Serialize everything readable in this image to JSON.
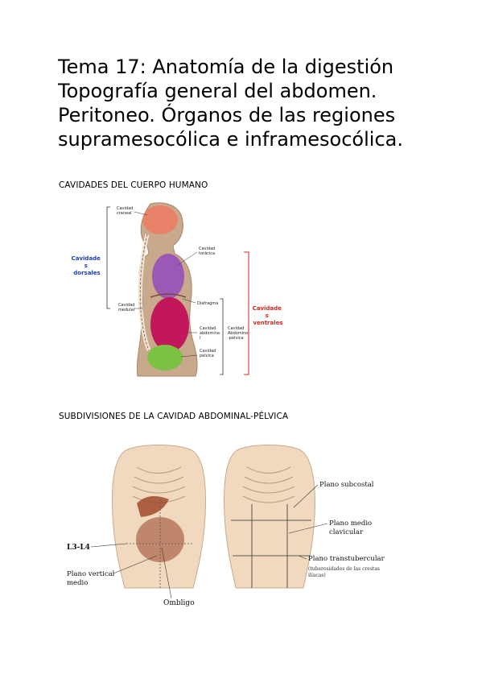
{
  "document": {
    "title_lines": [
      "Tema 17: Anatomía de la digestión",
      "Topografía general del abdomen.",
      "Peritoneo. Órganos de las regiones",
      "supramesocólica e inframesocólica."
    ],
    "sections": [
      {
        "heading": "CAVIDADES DEL CUERPO HUMANO",
        "figure": {
          "labels": {
            "craneal_1": "Cavidad",
            "craneal_2": "craneal",
            "dorsal_1": "Cavidade",
            "dorsal_2": "s",
            "dorsal_3": "dorsales",
            "medular_1": "Cavidad",
            "medular_2": "medular",
            "toracica_1": "Cavidad",
            "toracica_2": "torácica",
            "diafragma": "Diafragma",
            "abdominal_1": "Cavidad",
            "abdominal_2": "abdomina",
            "abdominal_3": "l",
            "abdpelv_1": "Cavidad",
            "abdpelv_2": "Abdomino",
            "abdpelv_3": "-pélvica",
            "pelvica_1": "Cavidad",
            "pelvica_2": "pélvica",
            "ventral_1": "Cavidade",
            "ventral_2": "s",
            "ventral_3": "ventrales"
          }
        }
      },
      {
        "heading": "SUBDIVISIONES DE LA CAVIDAD ABDOMINAL-PÉLVICA",
        "figure": {
          "labels": {
            "l3l4": "L3-L4",
            "plano_vertical_1": "Plano vertical",
            "plano_vertical_2": "medio",
            "ombligo": "Ombligo",
            "subcostal": "Plano subcostal",
            "medio_clav_1": "Plano medio",
            "medio_clav_2": "clavicular",
            "transtub": "Plano transtubercular",
            "transtub_note_1": "(tuberosidades de las crestas",
            "transtub_note_2": "ilíacas)"
          }
        }
      }
    ]
  },
  "colors": {
    "skin": "#c9a98c",
    "skin_light": "#f0d9bf",
    "cranial": "#e8836a",
    "thoracic": "#9b59b6",
    "abdominal": "#c2185b",
    "pelvic": "#7cc242",
    "dorsal_label": "#1f3fbf",
    "ventral_label": "#d7261e"
  }
}
